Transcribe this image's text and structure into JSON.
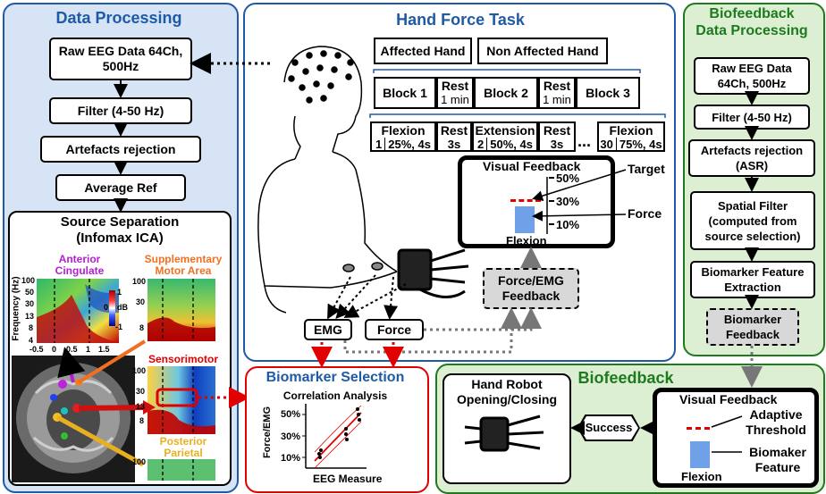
{
  "colors": {
    "blue_title": "#1f5aa6",
    "green_title": "#1d7a1d",
    "left_bg": "#d6e4f5",
    "green_bg": "#dcefd3",
    "red": "#e00000",
    "feedback_blue": "#6fa0e8"
  },
  "data_processing": {
    "title": "Data Processing",
    "steps": [
      "Raw EEG Data 64Ch, 500Hz",
      "Filter (4-50 Hz)",
      "Artefacts rejection",
      "Average Ref"
    ]
  },
  "source_sep": {
    "title": "Source Separation",
    "subtitle": "(Infomax ICA)",
    "labels": {
      "anterior": "Anterior Cingulate",
      "supp": "Supplementary Motor Area",
      "sensori": "Sensorimotor",
      "posterior": "Posterior Parietal"
    },
    "ylabel": "Frequency (Hz)",
    "yticks": [
      "100",
      "50",
      "30",
      "13",
      "8",
      "4"
    ],
    "xticks": [
      "-0.5",
      "0",
      "0.5",
      "1",
      "1.5"
    ],
    "cbar": {
      "top": "1",
      "unit": "dB",
      "bottom": "-1",
      "zero": "0"
    }
  },
  "hand_force": {
    "title": "Hand Force Task",
    "hands": [
      "Affected Hand",
      "Non Affected Hand"
    ],
    "blocks": [
      {
        "a": "Block 1"
      },
      {
        "a": "Rest",
        "b": "1 min"
      },
      {
        "a": "Block 2"
      },
      {
        "a": "Rest",
        "b": "1 min"
      },
      {
        "a": "Block 3"
      }
    ],
    "trials": [
      {
        "n": "1",
        "a": "Flexion",
        "b": "25%, 4s"
      },
      {
        "a": "Rest",
        "b": "3s"
      },
      {
        "n": "2",
        "a": "Extension",
        "b": "50%, 4s"
      },
      {
        "a": "Rest",
        "b": "3s"
      },
      {
        "n": "30",
        "a": "Flexion",
        "b": "75%, 4s"
      }
    ],
    "dots": "...",
    "visual_feedback": {
      "title": "Visual Feedback",
      "levels": [
        "50%",
        "30%",
        "10%"
      ],
      "target": "Target",
      "force": "Force",
      "bar_label": "Flexion",
      "force_level": 0.2,
      "target_level": 0.3
    },
    "emg": "EMG",
    "force_box": "Force",
    "force_emg": "Force/EMG Feedback"
  },
  "biomarker_selection": {
    "title": "Biomarker Selection",
    "chart_title": "Correlation Analysis",
    "ylabel": "Force/EMG",
    "xlabel": "EEG Measure",
    "yticks": [
      "50%",
      "30%",
      "10%"
    ]
  },
  "biofeedback_processing": {
    "title": "Biofeedback Data Processing",
    "steps": [
      "Raw EEG Data 64Ch, 500Hz",
      "Filter (4-50 Hz)",
      "Artefacts rejection (ASR)",
      "Spatial Filter (computed from source selection)",
      "Biomarker Feature Extraction",
      "Biomarker Feedback"
    ]
  },
  "biofeedback": {
    "title": "Biofeedback",
    "robot": "Hand Robot Opening/Closing",
    "success": "Success",
    "vf_title": "Visual Feedback",
    "adaptive": "Adaptive Threshold",
    "biomaker": "Biomaker Feature",
    "bar_label": "Flexion"
  }
}
